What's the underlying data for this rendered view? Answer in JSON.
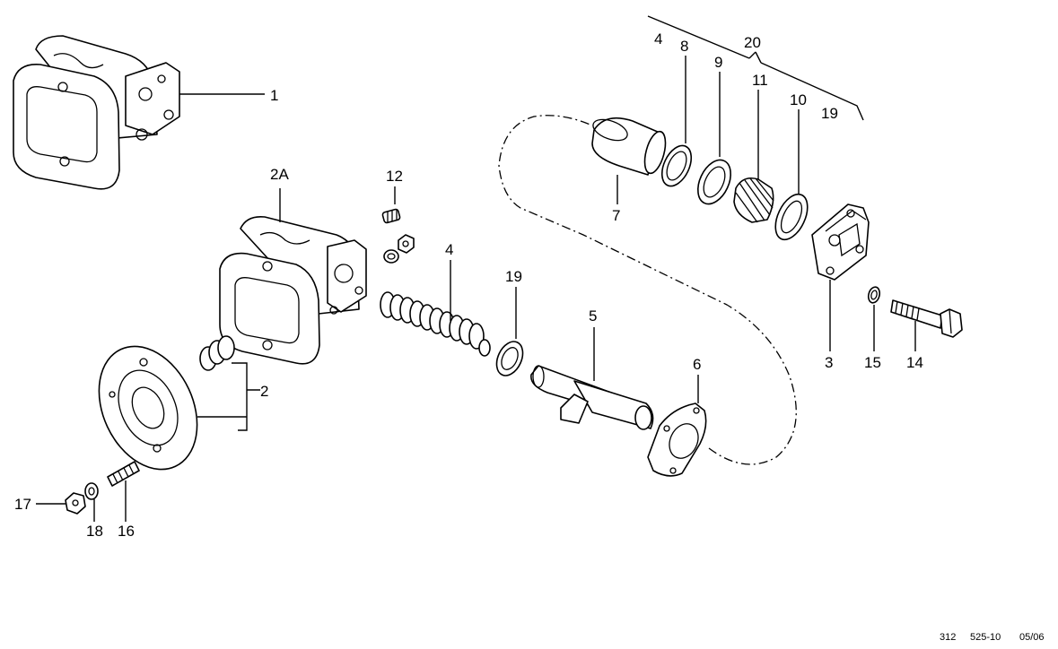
{
  "labels": {
    "l1": "1",
    "l2": "2",
    "l2a": "2A",
    "l3": "3",
    "l4a": "4",
    "l4b": "4",
    "l5": "5",
    "l6": "6",
    "l7": "7",
    "l8": "8",
    "l9": "9",
    "l10": "10",
    "l11": "11",
    "l12": "12",
    "l14": "14",
    "l15": "15",
    "l16": "16",
    "l17": "17",
    "l18": "18",
    "l19a": "19",
    "l19b": "19",
    "l20": "20"
  },
  "footer": {
    "code1": "312",
    "code2": "525-10",
    "date": "05/06"
  }
}
